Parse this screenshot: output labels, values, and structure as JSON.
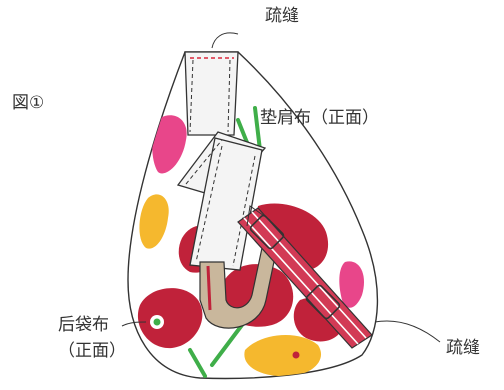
{
  "figure": {
    "label": "図①"
  },
  "labels": {
    "basting_top": "疏缝",
    "shoulder_pad": "垫肩布（正面）",
    "back_bag_line1": "后袋布",
    "back_bag_line2": "（正面）",
    "basting_right": "疏缝"
  },
  "colors": {
    "outline": "#333333",
    "strap_fill": "#f4f4f4",
    "red": "#c0223a",
    "pink": "#e8468a",
    "yellow": "#f5b82e",
    "green": "#3fae49",
    "webbing": "#c9b79c",
    "buckle": "#d23a55"
  }
}
